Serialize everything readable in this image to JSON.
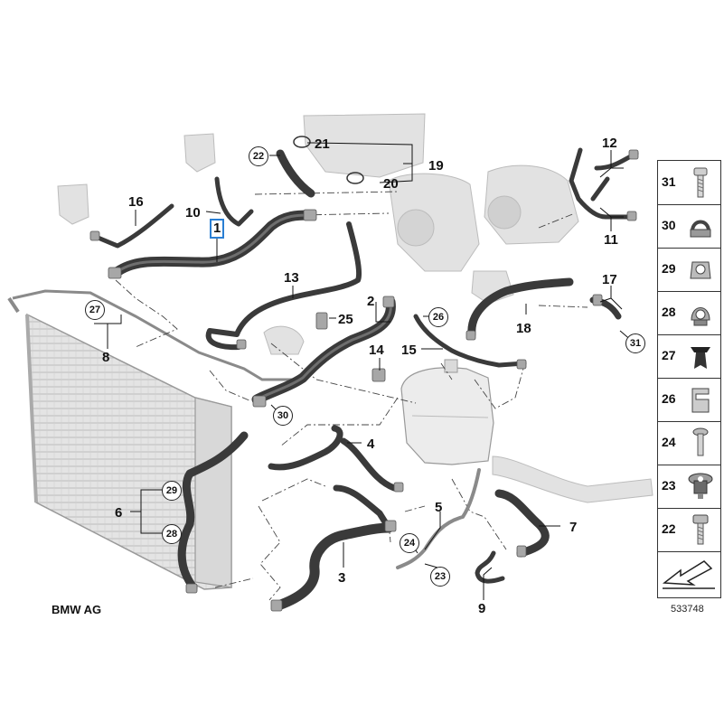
{
  "callouts": {
    "p1": "1",
    "p2": "2",
    "p3": "3",
    "p4": "4",
    "p5": "5",
    "p6": "6",
    "p7": "7",
    "p8": "8",
    "p9": "9",
    "p10": "10",
    "p11": "11",
    "p12": "12",
    "p13": "13",
    "p14": "14",
    "p15": "15",
    "p16": "16",
    "p17": "17",
    "p18": "18",
    "p19": "19",
    "p20": "20",
    "p21": "21",
    "p25": "25"
  },
  "circled": {
    "c22": "22",
    "c23": "23",
    "c24": "24",
    "c26": "26",
    "c27": "27",
    "c28": "28",
    "c29": "29",
    "c30": "30",
    "c31": "31"
  },
  "parts_column": [
    {
      "num": "31",
      "icon": "bolt-icon"
    },
    {
      "num": "30",
      "icon": "hose-clip-icon"
    },
    {
      "num": "29",
      "icon": "bracket-clip-icon"
    },
    {
      "num": "28",
      "icon": "double-clip-icon"
    },
    {
      "num": "27",
      "icon": "expanding-rivet-icon"
    },
    {
      "num": "26",
      "icon": "retaining-clip-icon"
    },
    {
      "num": "24",
      "icon": "screw-icon"
    },
    {
      "num": "23",
      "icon": "rubber-mount-icon"
    },
    {
      "num": "22",
      "icon": "hex-bolt-icon"
    }
  ],
  "brand": "BMW AG",
  "doc_number": "533748",
  "colors": {
    "hose": "#3a3a3a",
    "hose_highlight": "#6e6e6e",
    "metal": "#8a8a8a",
    "ghost": "#d6d6d6",
    "highlight_box": "#2a7fd4"
  }
}
